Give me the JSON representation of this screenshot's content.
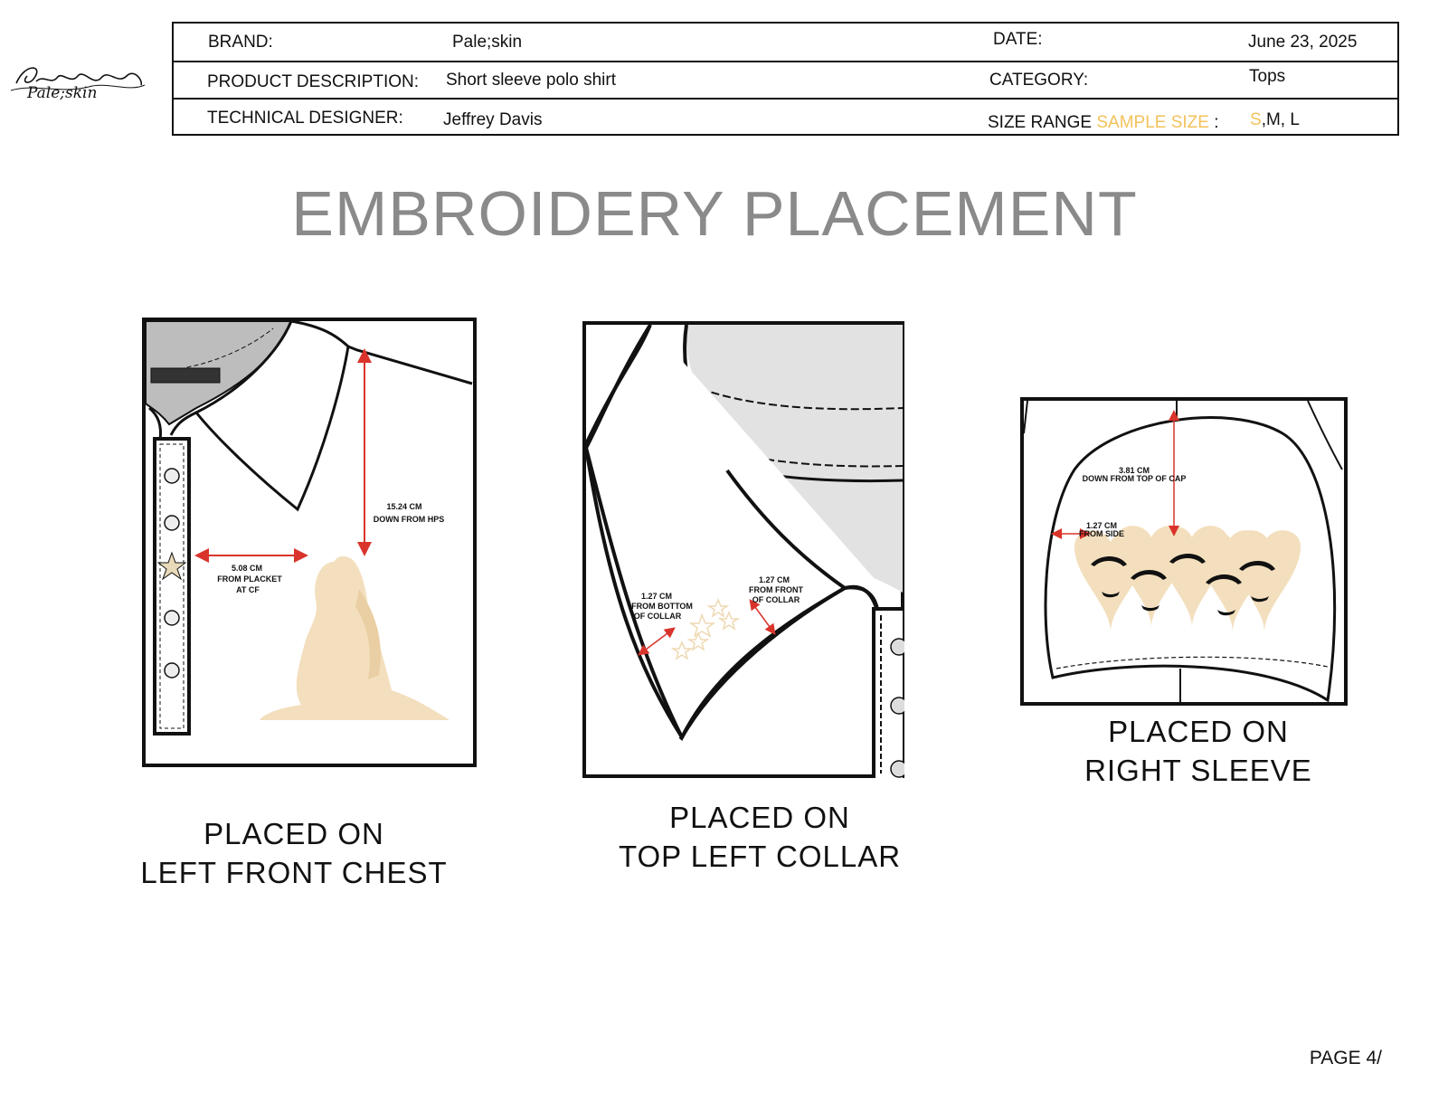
{
  "brand_logo": "Pale;skin",
  "header": {
    "brand_label": "BRAND:",
    "brand_value": "Pale;skin",
    "date_label": "DATE:",
    "date_value": "June 23, 2025",
    "product_label": "PRODUCT DESCRIPTION:",
    "product_value": "Short sleeve polo shirt",
    "category_label": "CATEGORY:",
    "category_value": "Tops",
    "designer_label": "TECHNICAL DESIGNER:",
    "designer_value": "Jeffrey Davis",
    "size_range_label": "SIZE RANGE",
    "sample_size_label": "SAMPLE SIZE",
    "size_colon": ":",
    "sample_size_value": "S",
    "size_rest": ",M, L"
  },
  "title": "EMBROIDERY PLACEMENT",
  "panels": {
    "chest": {
      "measure_hps_1": "15.24 CM",
      "measure_hps_2": "DOWN FROM HPS",
      "measure_placket_1": "5.08 CM",
      "measure_placket_2": "FROM PLACKET",
      "measure_placket_3": "AT CF",
      "caption_1": "PLACED ON",
      "caption_2": "LEFT FRONT CHEST"
    },
    "collar": {
      "measure_bottom_1": "1.27 CM",
      "measure_bottom_2": "FROM BOTTOM",
      "measure_bottom_3": "OF COLLAR",
      "measure_front_1": "1.27 CM",
      "measure_front_2": "FROM FRONT",
      "measure_front_3": "OF COLLAR",
      "caption_1": "PLACED ON",
      "caption_2": "TOP LEFT COLLAR"
    },
    "sleeve": {
      "measure_cap_1": "3.81 CM",
      "measure_cap_2": "DOWN FROM TOP OF CAP",
      "measure_side_1": "1.27 CM",
      "measure_side_2": "FROM SIDE",
      "caption_1": "PLACED ON",
      "caption_2": "RIGHT SLEEVE"
    }
  },
  "page_label": "PAGE 4/",
  "colors": {
    "arrow": "#d9342b",
    "embroidery": "#f3dfbd",
    "collar_grey": "#bdbdbd",
    "title_grey": "#8a8a8a",
    "accent": "#f2c25b"
  }
}
